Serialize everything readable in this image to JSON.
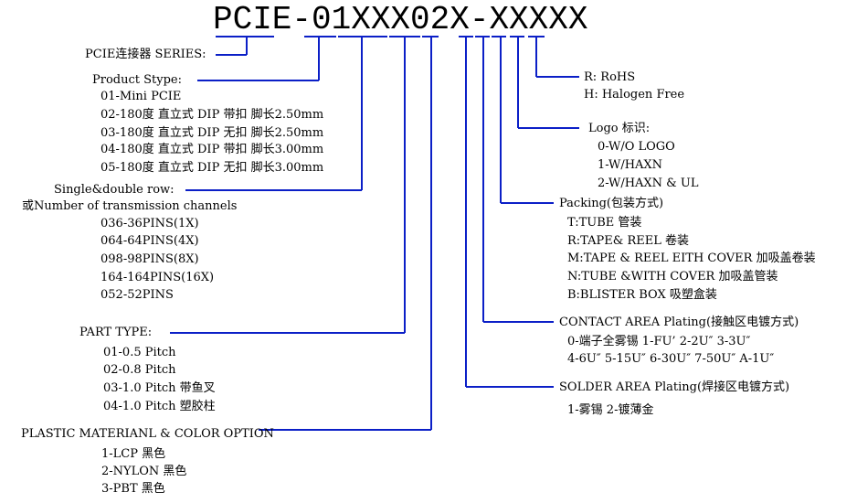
{
  "part_number": "PCIE-01XXX02X-XXXXX",
  "left": {
    "series": "PCIE连接器 SERIES:",
    "product_title": "Product Stype:",
    "product_items": [
      "01-Mini PCIE",
      "02-180度 直立式 DIP 带扣 脚长2.50mm",
      "03-180度 直立式 DIP 无扣 脚长2.50mm",
      "04-180度 直立式 DIP 带扣 脚长3.00mm",
      "05-180度 直立式 DIP 无扣 脚长3.00mm"
    ],
    "row_title": "Single&double row:",
    "row_title2": "或Number of transmission channels",
    "row_items": [
      "036-36PINS(1X)",
      "064-64PINS(4X)",
      "098-98PINS(8X)",
      "164-164PINS(16X)",
      "052-52PINS"
    ],
    "part_type_title": "PART TYPE:",
    "part_type_items": [
      "01-0.5 Pitch",
      "02-0.8 Pitch",
      "03-1.0 Pitch 带鱼叉",
      "04-1.0 Pitch 塑胶柱"
    ],
    "plastic_title": "PLASTIC MATERIANL & COLOR OPTION",
    "plastic_items": [
      "1-LCP 黑色",
      "2-NYLON 黑色",
      "3-PBT 黑色"
    ]
  },
  "right": {
    "rohs": "R: RoHS",
    "halogen": "H: Halogen Free",
    "logo_title": "Logo 标识:",
    "logo_items": [
      "0-W/O LOGO",
      "1-W/HAXN",
      "2-W/HAXN & UL"
    ],
    "packing_title": "Packing(包装方式)",
    "packing_items": [
      "T:TUBE 管装",
      "R:TAPE& REEL 卷装",
      "M:TAPE & REEL EITH COVER 加吸盖卷装",
      "N:TUBE &WITH COVER 加吸盖管装",
      "B:BLISTER BOX 吸塑盒装"
    ],
    "contact_title": "CONTACT AREA Plating(接触区电镀方式)",
    "contact_items": [
      "0-端子全雾锡 1-FU’  2-2U″  3-3U″",
      "4-6U″  5-15U″  6-30U″ 7-50U″ A-1U″"
    ],
    "solder_title": "SOLDER AREA Plating(焊接区电镀方式)",
    "solder_items": [
      "1-雾锡  2-镀薄金"
    ]
  }
}
